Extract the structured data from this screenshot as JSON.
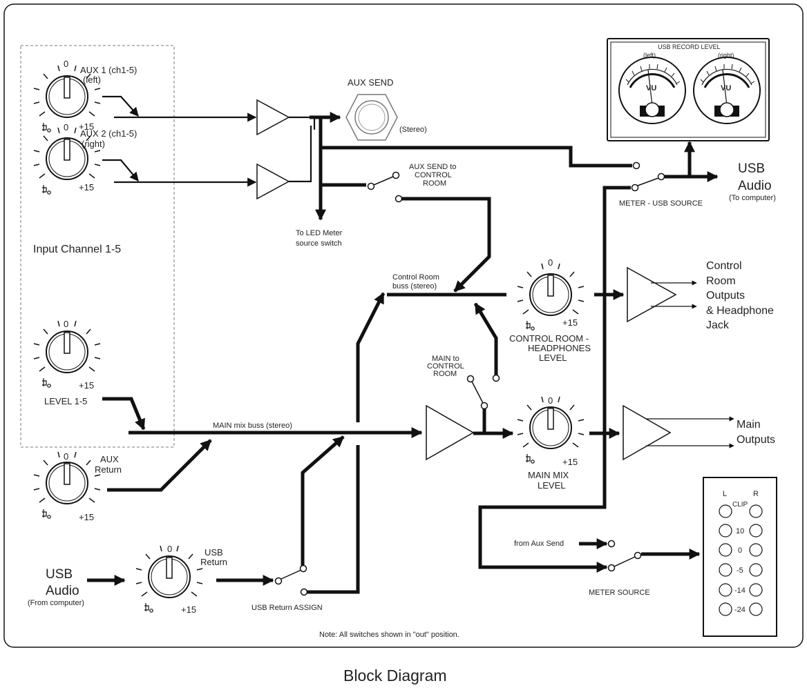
{
  "title": "Block Diagram",
  "note": "Note: All switches shown in \"out\" position.",
  "input_channel": {
    "label": "Input  Channel 1-5",
    "aux1_label_l1": "AUX 1 (ch1-5)",
    "aux1_label_l2": "(left)",
    "aux2_label_l1": "AUX 2 (ch1-5)",
    "aux2_label_l2": "(right)",
    "level_label": "LEVEL 1-5"
  },
  "knob": {
    "zero": "0",
    "max": "+15"
  },
  "aux_send": {
    "label": "AUX SEND",
    "stereo": "(Stereo)"
  },
  "to_led": {
    "line1": "To LED Meter",
    "line2": "source switch"
  },
  "aux_to_cr": {
    "line1": "AUX SEND to",
    "line2": "CONTROL",
    "line3": "ROOM"
  },
  "usb_record": {
    "title": "USB RECORD LEVEL",
    "left": "(left)",
    "right": "(right)",
    "vu": "VU"
  },
  "usb_audio_out": {
    "line1": "USB",
    "line2": "Audio",
    "line3": "(To computer)"
  },
  "meter_usb_source": "METER - USB SOURCE",
  "control_room_buss": {
    "line1": "Control Room",
    "line2": "buss (stereo)"
  },
  "cr_level": {
    "line1": "CONTROL ROOM -",
    "line2": "HEADPHONES",
    "line3": "LEVEL"
  },
  "cr_outputs": {
    "l1": "Control",
    "l2": "Room",
    "l3": "Outputs",
    "l4": "& Headphone",
    "l5": "Jack"
  },
  "main_to_cr": {
    "line1": "MAIN to",
    "line2": "CONTROL",
    "line3": "ROOM"
  },
  "main_mix_buss": "MAIN mix buss (stereo)",
  "main_mix_level": {
    "line1": "MAIN MIX",
    "line2": "LEVEL"
  },
  "main_outputs": {
    "line1": "Main",
    "line2": "Outputs"
  },
  "aux_return": {
    "line1": "AUX",
    "line2": "Return"
  },
  "usb_audio_in": {
    "line1": "USB",
    "line2": "Audio",
    "line3": "(From computer)"
  },
  "usb_return": {
    "line1": "USB",
    "line2": "Return"
  },
  "usb_return_assign": "USB Return ASSIGN",
  "from_aux_send": "from Aux Send",
  "meter_source": "METER SOURCE",
  "led_meter": {
    "left": "L",
    "right": "R",
    "levels": [
      "CLIP",
      "10",
      "0",
      "-5",
      "-14",
      "-24"
    ]
  }
}
